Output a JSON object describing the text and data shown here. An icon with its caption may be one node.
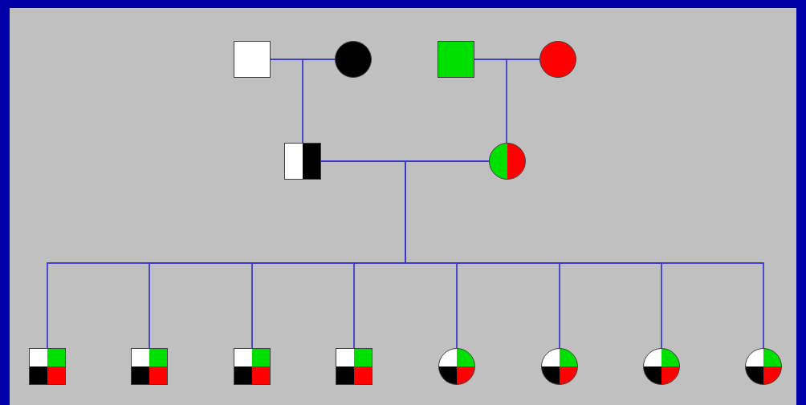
{
  "diagram": {
    "nodes": [
      {
        "text": [],
        "shape": "box"
      },
      {
        "text": [],
        "shape": "circle"
      },
      {
        "text": [],
        "shape": "box"
      },
      {
        "text": [],
        "shape": "circle"
      },
      {
        "text": [],
        "shape": "box"
      },
      {
        "text": [],
        "shape": "circle"
      },
      {
        "text": [],
        "shape": "box"
      },
      {
        "text": [],
        "shape": "box"
      },
      {
        "text": [],
        "shape": "box"
      },
      {
        "text": [],
        "shape": "box"
      },
      {
        "text": [],
        "shape": "circle"
      },
      {
        "text": [],
        "shape": "circle"
      },
      {
        "text": [],
        "shape": "circle"
      },
      {
        "text": [],
        "shape": "circle"
      }
    ],
    "edges": [
      {
        "from": 0,
        "to": 1,
        "arrow": "none"
      },
      {
        "from": 2,
        "to": 3,
        "arrow": "none"
      },
      {
        "from": 4,
        "to": 5,
        "arrow": "none"
      },
      {
        "from": 0,
        "to": 4,
        "arrow": "none"
      },
      {
        "from": 1,
        "to": 4,
        "arrow": "none"
      },
      {
        "from": 2,
        "to": 5,
        "arrow": "none"
      },
      {
        "from": 3,
        "to": 5,
        "arrow": "none"
      },
      {
        "from": 4,
        "to": 6,
        "arrow": "none"
      },
      {
        "from": 5,
        "to": 6,
        "arrow": "none"
      },
      {
        "from": 4,
        "to": 7,
        "arrow": "none"
      },
      {
        "from": 5,
        "to": 7,
        "arrow": "none"
      },
      {
        "from": 4,
        "to": 8,
        "arrow": "none"
      },
      {
        "from": 5,
        "to": 8,
        "arrow": "none"
      },
      {
        "from": 4,
        "to": 9,
        "arrow": "none"
      },
      {
        "from": 5,
        "to": 9,
        "arrow": "none"
      },
      {
        "from": 4,
        "to": 10,
        "arrow": "none"
      },
      {
        "from": 5,
        "to": 10,
        "arrow": "none"
      },
      {
        "from": 4,
        "to": 11,
        "arrow": "none"
      },
      {
        "from": 5,
        "to": 11,
        "arrow": "none"
      },
      {
        "from": 4,
        "to": 12,
        "arrow": "none"
      },
      {
        "from": 5,
        "to": 12,
        "arrow": "none"
      },
      {
        "from": 4,
        "to": 13,
        "arrow": "none"
      },
      {
        "from": 5,
        "to": 13,
        "arrow": "none"
      }
    ]
  }
}
